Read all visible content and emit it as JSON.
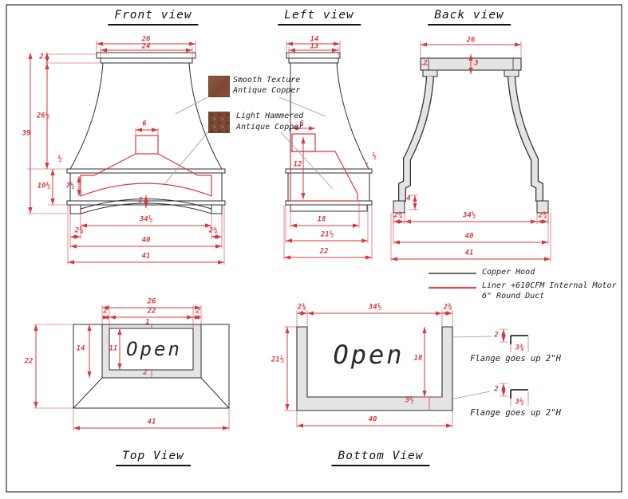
{
  "titles": {
    "front": "Front view",
    "left": "Left view",
    "back": "Back view",
    "top": "Top View",
    "bottom": "Bottom View"
  },
  "front": {
    "dims": {
      "top_outer": "26",
      "top_inner": "24",
      "crown_h": "2",
      "body_h": "26½",
      "total_h": "39",
      "reveal": "½",
      "base_h": "10½",
      "liner_drop": "7½",
      "duct_w": "6",
      "arch_rise": "2",
      "leg_span": "34½",
      "leg_left": "2¾",
      "leg_right": "2¾",
      "base_w": "40",
      "overall_w": "41"
    }
  },
  "left": {
    "dims": {
      "top_outer": "14",
      "top_inner": "13",
      "duct_w": "6",
      "liner_h": "12",
      "reveal": "½",
      "liner_w": "18",
      "base_w": "21½",
      "overall_w": "22"
    }
  },
  "back": {
    "dims": {
      "top_w": "26",
      "crown_end": "2",
      "crown_h": "3",
      "foot_h": "4",
      "leg_left": "2¾",
      "leg_span": "34½",
      "leg_right": "2¾",
      "base_w": "40",
      "overall_w": "41"
    }
  },
  "top_view": {
    "open_label": "Open",
    "dims": {
      "chimney_w": "26",
      "side_left": "2",
      "opening_w": "22",
      "side_right": "2",
      "frame_top": "1",
      "frame_h": "14",
      "opening_h": "11",
      "frame_bottom": "2",
      "depth": "22",
      "overall_w": "41"
    }
  },
  "bottom_view": {
    "open_label": "Open",
    "dims": {
      "leg_left": "2¾",
      "span": "34½",
      "leg_right": "2¾",
      "depth": "21½",
      "opening_d": "18",
      "band_t": "3½",
      "base_w": "40"
    }
  },
  "swatches": [
    {
      "line1": "Smooth Texture",
      "line2": "Antique Copper"
    },
    {
      "line1": "Light Hammered",
      "line2": "Antique Copper"
    }
  ],
  "legend": {
    "items": [
      {
        "label": "Copper Hood"
      },
      {
        "label": "Liner +610CFM Internal Motor",
        "label2": "6\" Round Duct"
      }
    ]
  },
  "flange_details": [
    {
      "height": "2",
      "width": "3¾",
      "note": "Flange goes up 2\"H"
    },
    {
      "height": "2",
      "width": "3½",
      "note": "Flange goes up 2\"H"
    }
  ],
  "colors": {
    "dim_red": "#d8393e",
    "line": "#2e2e2e",
    "fill_gray": "#e4e4e4"
  }
}
